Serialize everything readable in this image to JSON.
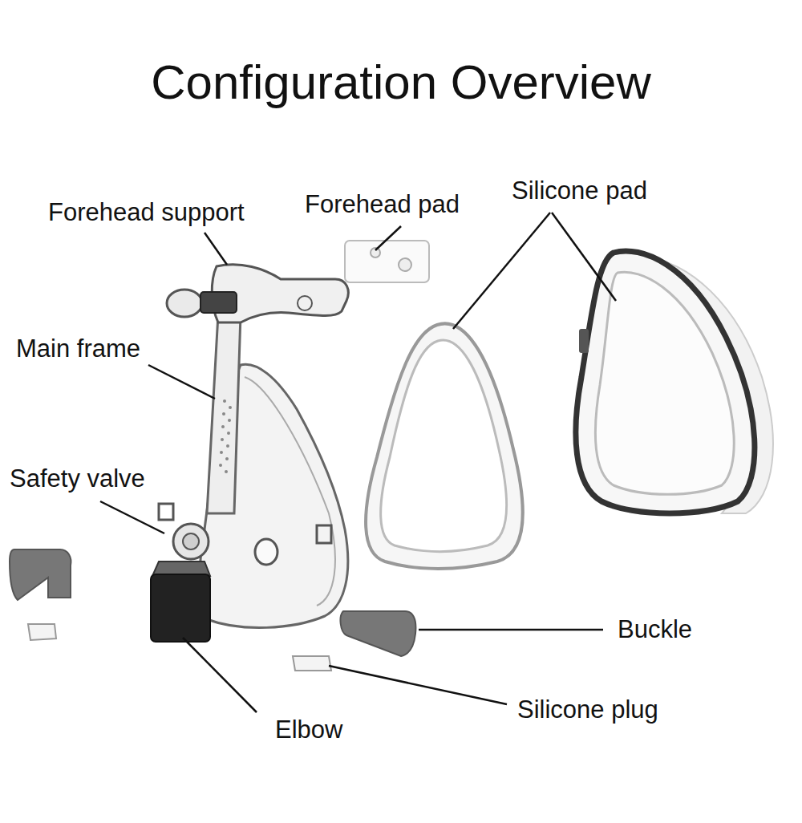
{
  "diagram": {
    "title": "Configuration Overview",
    "labels": [
      "Forehead support",
      "Forehead pad",
      "Silicone pad",
      "Main frame",
      "Safety valve",
      "Buckle",
      "Silicone plug",
      "Elbow"
    ]
  }
}
